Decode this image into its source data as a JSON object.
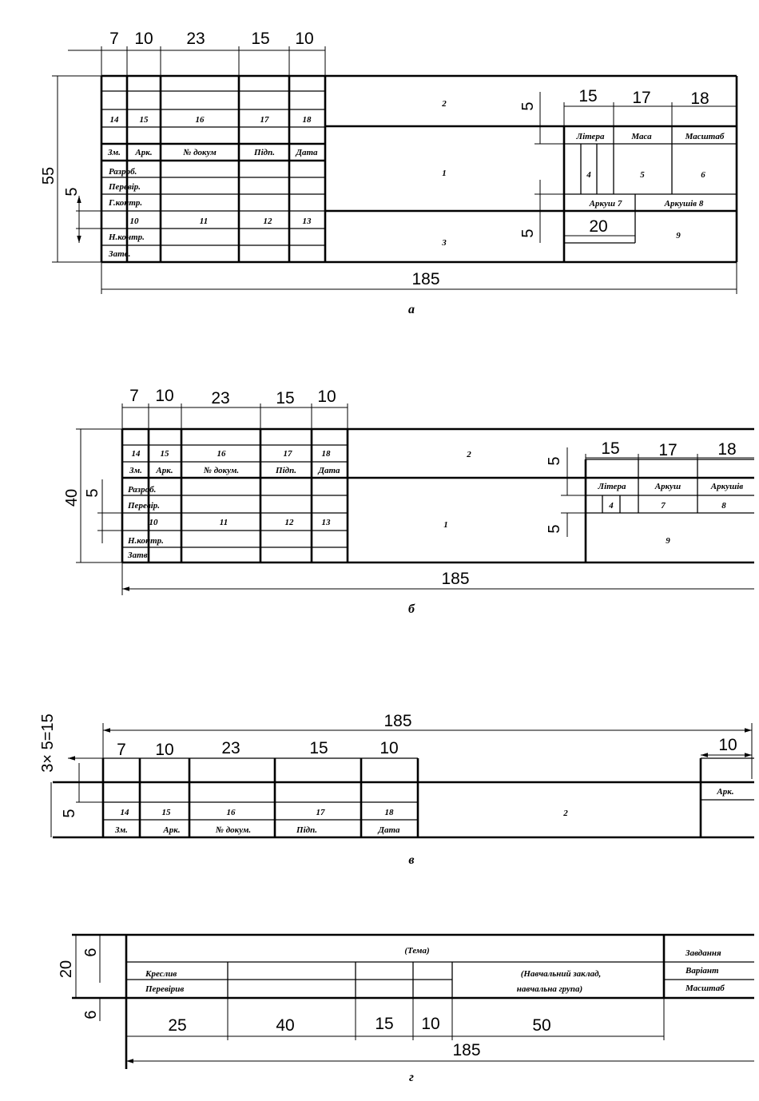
{
  "dims": {
    "d7": "7",
    "d10": "10",
    "d23": "23",
    "d15": "15",
    "d17": "17",
    "d18": "18",
    "d185": "185",
    "d55": "55",
    "d5": "5",
    "d20": "20",
    "d40": "40",
    "d3x5": "3× 5=15",
    "d6": "6",
    "d25": "25",
    "d50": "50"
  },
  "fields": {
    "f1": "1",
    "f2": "2",
    "f3": "3",
    "f4": "4",
    "f5": "5",
    "f6": "6",
    "f7": "7",
    "f8": "8",
    "f9": "9",
    "f10": "10",
    "f11": "11",
    "f12": "12",
    "f13": "13",
    "f14": "14",
    "f15": "15",
    "f16": "16",
    "f17": "17",
    "f18": "18"
  },
  "labels": {
    "zm": "Зм.",
    "ark": "Арк.",
    "ndokum_a": "№ докум",
    "ndokum": "№ докум.",
    "pidp": "Підп.",
    "data": "Дата",
    "rozrob": "Разроб.",
    "perevir": "Перевір.",
    "gkontr": "Г.контр.",
    "nkontr": "Н.контр.",
    "zatv": "Затв.",
    "litera": "Літера",
    "masa": "Маса",
    "masshtab": "Масштаб",
    "arkush7": "Аркуш 7",
    "arkushiv8": "Аркушів 8",
    "arkush": "Аркуш",
    "arkushiv": "Аркушів",
    "tema": "(Тема)",
    "kreslyv": "Креслив",
    "pereviryv": "Перевірив",
    "zaklad1": "(Навчальний заклад,",
    "zaklad2": "навчальна група)",
    "zavdannia": "Завдання",
    "variant": "Варіант",
    "masshtab_g": "Масштаб"
  },
  "captions": {
    "a": "а",
    "b": "б",
    "v": "в",
    "g": "г"
  }
}
